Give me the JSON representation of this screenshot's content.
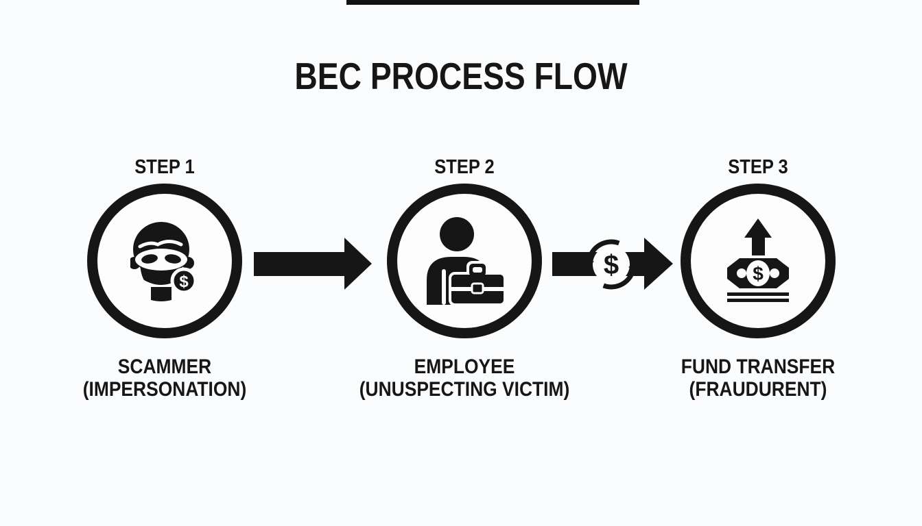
{
  "meta": {
    "background": "#fbfcfd",
    "ink": "#161616"
  },
  "title": {
    "text": "BEC PROCESS FLOW"
  },
  "steps": [
    {
      "label": "STEP 1",
      "icon": "masked-scammer-icon",
      "caption1": "SCAMMER",
      "caption2": "(IMPERSONATION)"
    },
    {
      "label": "STEP 2",
      "icon": "employee-briefcase-icon",
      "caption1": "EMPLOYEE",
      "caption2": "(UNUSPECTING VICTIM)"
    },
    {
      "label": "STEP 3",
      "icon": "cash-up-arrow-icon",
      "caption1": "FUND TRANSFER",
      "caption2": "(FRAUDURENT)"
    }
  ],
  "connectors": [
    {
      "type": "solid-right-arrow"
    },
    {
      "type": "solid-right-arrow-with-exchange",
      "symbol": "$"
    }
  ],
  "symbols": {
    "scammer_coin": "$",
    "exchange": "$",
    "banknote": "$"
  }
}
